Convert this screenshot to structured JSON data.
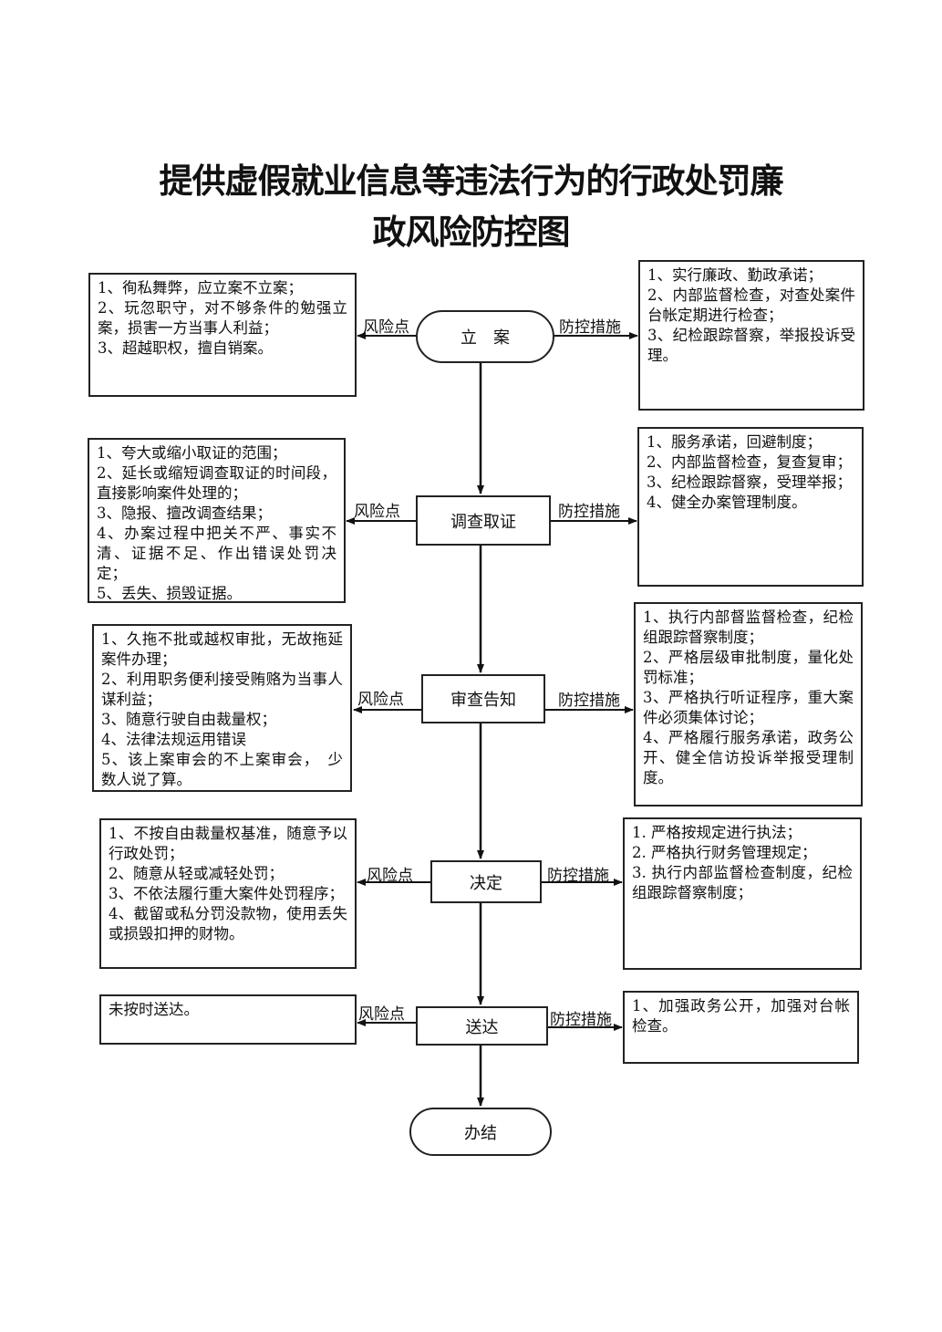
{
  "title": {
    "line1": "提供虚假就业信息等违法行为的行政处罚廉",
    "line2": "政风险防控图"
  },
  "labels": {
    "risk": "风险点",
    "control": "防控措施"
  },
  "nodes": {
    "n1": "立　案",
    "n2": "调查取证",
    "n3": "审查告知",
    "n4": "决定",
    "n5": "送达",
    "n6": "办结"
  },
  "risks": {
    "r1": [
      "1、徇私舞弊，应立案不立案；",
      "2、玩忽职守，对不够条件的勉强立案，损害一方当事人利益；",
      "3、超越职权，擅自销案。"
    ],
    "r2": [
      "1、夸大或缩小取证的范围；",
      "2、延长或缩短调查取证的时间段，直接影响案件处理的；",
      "3、隐报、擅改调查结果；",
      "4、办案过程中把关不严、事实不清、证据不足、作出错误处罚决定；",
      "5、丢失、损毁证据。"
    ],
    "r3": [
      "1、久拖不批或越权审批，无故拖延案件办理；",
      "2、利用职务便利接受贿赂为当事人谋利益；",
      "3、随意行驶自由裁量权；",
      "4、法律法规运用错误",
      "5、该上案审会的不上案审会，　少数人说了算。"
    ],
    "r4": [
      "1、不按自由裁量权基准，随意予以行政处罚；",
      "2、随意从轻或减轻处罚；",
      "3、不依法履行重大案件处罚程序；",
      "4、截留或私分罚没款物，使用丢失或损毁扣押的财物。"
    ],
    "r5": [
      "未按时送达。"
    ]
  },
  "controls": {
    "c1": [
      "1、实行廉政、勤政承诺；",
      "2、内部监督检查，对查处案件台帐定期进行检查；",
      "3、纪检跟踪督察，举报投诉受理。"
    ],
    "c2": [
      "1、服务承诺，回避制度；",
      "2、内部监督检查，复查复审；",
      "3、纪检跟踪督察，受理举报；",
      "4、健全办案管理制度。"
    ],
    "c3": [
      "1、执行内部督监督检查，纪检组跟踪督察制度；",
      "2、严格层级审批制度，量化处罚标准；",
      "3、严格执行听证程序，重大案件必须集体讨论；",
      "4、严格履行服务承诺，政务公开、健全信访投诉举报受理制度。"
    ],
    "c4": [
      "1. 严格按规定进行执法；",
      "2. 严格执行财务管理规定；",
      "3. 执行内部监督检查制度，纪检组跟踪督察制度；"
    ],
    "c5": [
      "1、加强政务公开，加强对台帐检查。"
    ]
  }
}
